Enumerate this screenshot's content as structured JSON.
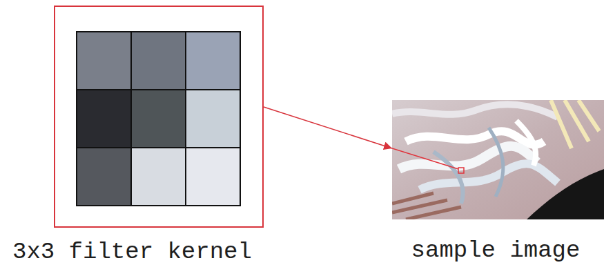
{
  "diagram": {
    "nodes": [
      {
        "text": [
          "3x3 filter kernel"
        ]
      },
      {
        "text": [
          "sample image"
        ]
      }
    ],
    "edges": [
      {
        "from": 0,
        "to": 1,
        "arrow": "to"
      }
    ]
  }
}
